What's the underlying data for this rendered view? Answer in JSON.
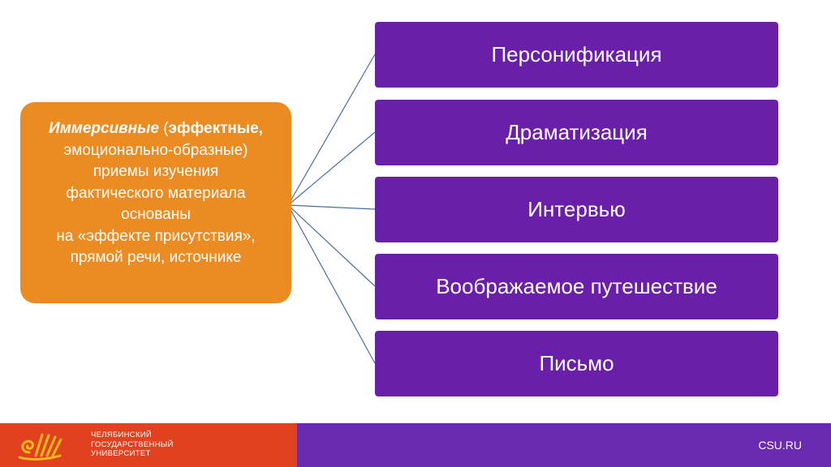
{
  "diagram": {
    "source": {
      "part1_italic": "Иммерсивные",
      "part2": " (",
      "part3_bold": "эффектные,",
      "line2": "эмоционально-образные)",
      "line3": "приемы изучения",
      "line4": "фактического материала",
      "line5": "основаны",
      "line6": "на «эффекте присутствия»,",
      "line7": "прямой речи, источнике"
    },
    "targets": [
      {
        "label": "Персонификация"
      },
      {
        "label": "Драматизация"
      },
      {
        "label": "Интервью"
      },
      {
        "label": "Воображаемое путешествие"
      },
      {
        "label": "Письмо"
      }
    ],
    "colors": {
      "source_fill": "#ec8b22",
      "target_fill": "#6a1faa",
      "connector": "#4a6fa5"
    }
  },
  "footer": {
    "university": "ЧЕЛЯБИНСКИЙ\nГОСУДАРСТВЕННЫЙ\nУНИВЕРСИТЕТ",
    "site": "CSU.RU",
    "logo_icon": "csu-shell-logo-icon",
    "colors": {
      "left": "#e0411f",
      "right": "#6a2bb0"
    }
  }
}
